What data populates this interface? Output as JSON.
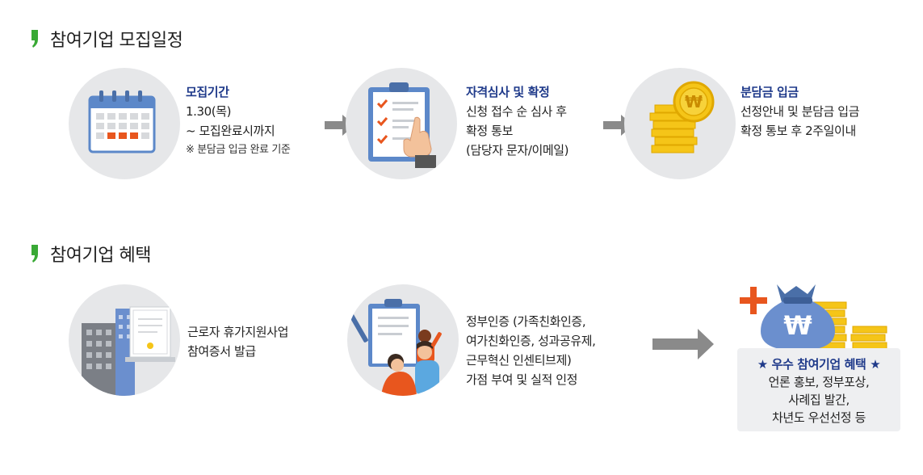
{
  "section1": {
    "title": "참여기업 모집일정",
    "steps": [
      {
        "icon": "calendar-icon",
        "heading": "모집기간",
        "lines": [
          "1.30(목)",
          "~ 모집완료시까지"
        ],
        "note": "※ 분담금 입금 완료 기준"
      },
      {
        "icon": "clipboard-checklist-icon",
        "heading": "자격심사 및 확정",
        "lines": [
          "신청 접수 순 심사 후",
          "확정 통보",
          "(담당자 문자/이메일)"
        ]
      },
      {
        "icon": "won-coins-icon",
        "heading": "분담금 입금",
        "lines": [
          "선정안내 및 분담금 입금",
          "확정 통보 후 2주일이내"
        ]
      }
    ]
  },
  "section2": {
    "title": "참여기업 혜택",
    "items": [
      {
        "icon": "building-certificate-icon",
        "lines": [
          "근로자 휴가지원사업",
          "참여증서 발급"
        ]
      },
      {
        "icon": "family-certification-icon",
        "lines": [
          "정부인증 (가족친화인증,",
          "여가친화인증, 성과공유제,",
          "근무혁신 인센티브제)",
          "가점 부여 및 실적 인정"
        ]
      }
    ],
    "benefit": {
      "icon": "money-bag-plus-icon",
      "heading": "★ 우수 참여기업 혜택 ★",
      "lines": [
        "언론 홍보, 정부포상,",
        "사례집 발간,",
        "차년도 우선선정 등"
      ]
    }
  },
  "colors": {
    "accent_green": "#39a935",
    "heading_blue": "#1f3a8a",
    "arrow_gray": "#8a8a8a",
    "circle_bg": "#e6e7e9"
  }
}
